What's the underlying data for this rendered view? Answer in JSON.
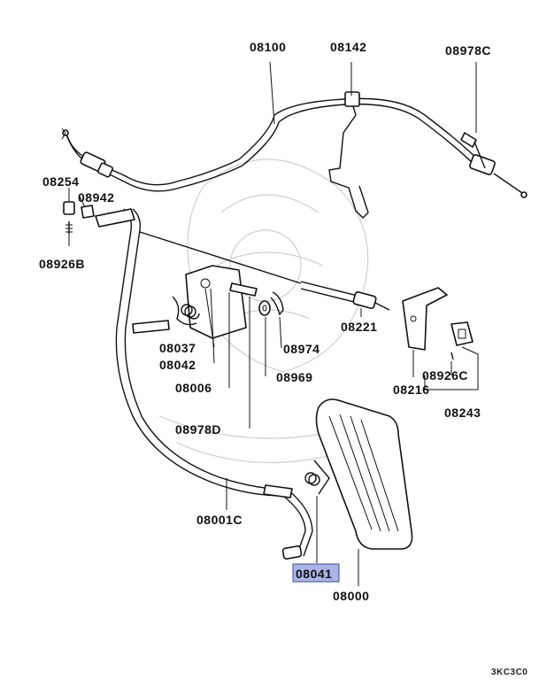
{
  "diagram": {
    "highlighted_part": "08041",
    "highlight_color": "#aab4e6",
    "drawing_code": "3KC3C0",
    "labels": {
      "p08100": "08100",
      "p08142": "08142",
      "p08978C": "08978C",
      "p08254": "08254",
      "p08942": "08942",
      "p08926B": "08926B",
      "p08037": "08037",
      "p08042": "08042",
      "p08006": "08006",
      "p08978D": "08978D",
      "p08974": "08974",
      "p08969": "08969",
      "p08221": "08221",
      "p08216": "08216",
      "p08926C": "08926C",
      "p08243": "08243",
      "p08001C": "08001C",
      "p08041": "08041",
      "p08000": "08000"
    }
  }
}
